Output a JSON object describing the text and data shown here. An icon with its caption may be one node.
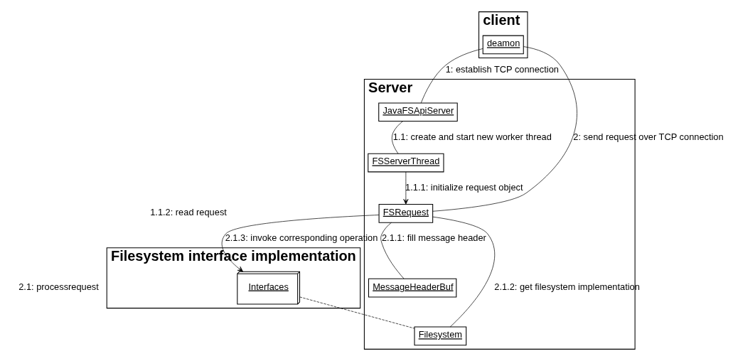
{
  "diagram": {
    "nodes": [
      {
        "text": [
          "client"
        ]
      },
      {
        "text": [
          "deamon"
        ],
        "in": 0
      },
      {
        "text": [
          "Server"
        ]
      },
      {
        "text": [
          "JavaFSApiServer"
        ],
        "in": 2
      },
      {
        "text": [
          "FSServerThread"
        ],
        "in": 2
      },
      {
        "text": [
          "FSRequest"
        ],
        "in": 2
      },
      {
        "text": [
          "MessageHeaderBuf"
        ],
        "in": 2
      },
      {
        "text": [
          "Filesystem"
        ],
        "in": 2
      },
      {
        "text": [
          "Filesystem interface implementation"
        ]
      },
      {
        "text": [
          "Interfaces"
        ],
        "in": 8
      }
    ],
    "edges": [
      {
        "from": 1,
        "to": 3,
        "arrow": "none",
        "label": "1: establish TCP connection"
      },
      {
        "from": 3,
        "to": 4,
        "arrow": "none",
        "label": "1.1: create and start new worker thread"
      },
      {
        "from": 4,
        "to": 5,
        "arrow": "to",
        "label": "1.1.1: initialize request object"
      },
      {
        "from": 1,
        "to": 5,
        "arrow": "none",
        "label": "2: send request over TCP connection"
      },
      {
        "from": 5,
        "to": 6,
        "arrow": "none",
        "label": "2.1.1: fill message header"
      },
      {
        "from": 5,
        "to": 7,
        "arrow": "none",
        "label": "2.1.2: get filesystem implementation"
      },
      {
        "from": 5,
        "to": 9,
        "arrow": "to",
        "label": "2.1.3: invoke corresponding operation"
      },
      {
        "from": 9,
        "to": 7,
        "arrow": "none",
        "style": "dashed"
      }
    ],
    "labels": [
      "1.1.2: read request",
      "2.1: processrequest"
    ]
  }
}
